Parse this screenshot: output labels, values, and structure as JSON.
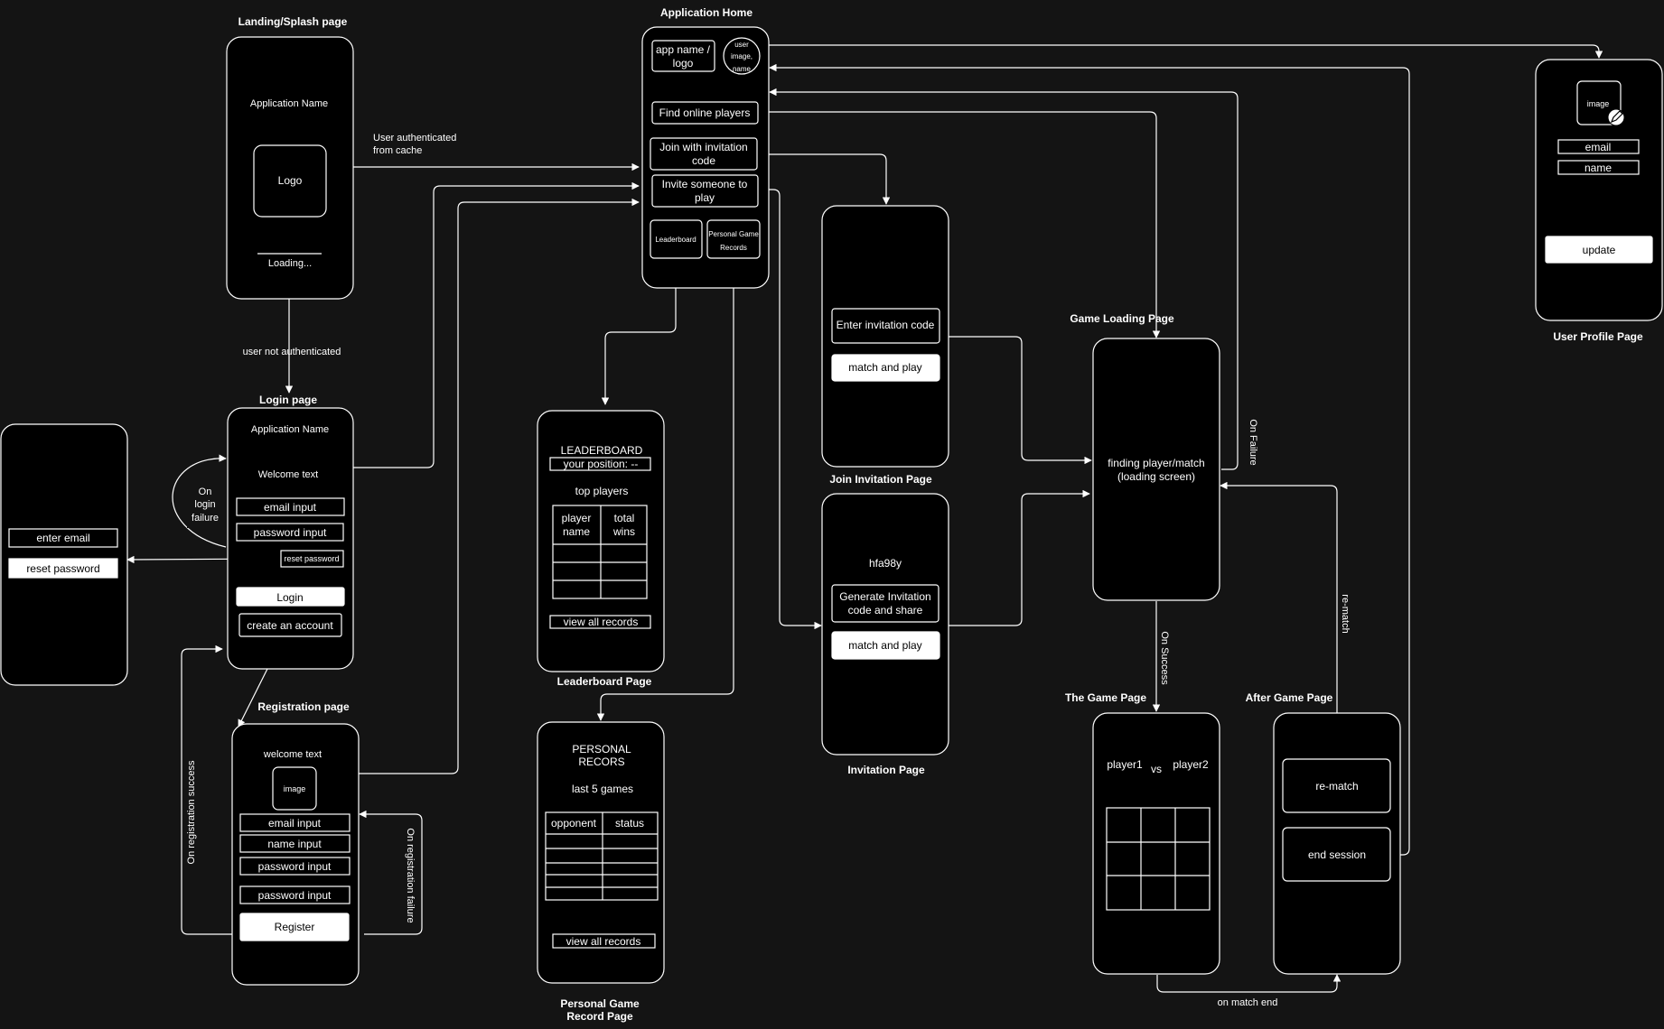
{
  "titles": {
    "landing": "Landing/Splash page",
    "app_home": "Application Home",
    "login": "Login page",
    "registration": "Registration page",
    "leaderboard": "Leaderboard Page",
    "personal_1": "Personal Game",
    "personal_2": "Record Page",
    "join_invite": "Join Invitation Page",
    "invitation": "Invitation Page",
    "game_loading": "Game Loading Page",
    "game": "The Game Page",
    "after_game": "After Game Page",
    "user_profile": "User Profile Page"
  },
  "landing": {
    "app_name": "Application Name",
    "logo": "Logo",
    "loading": "Loading..."
  },
  "home": {
    "app_logo_1": "app name /",
    "app_logo_2": "logo",
    "user_1": "user",
    "user_2": "image,",
    "user_3": "name",
    "find": "Find online players",
    "join_1": "Join with invitation",
    "join_2": "code",
    "invite_1": "Invite someone to",
    "invite_2": "play",
    "leaderboard": "Leaderboard",
    "records_1": "Personal Game",
    "records_2": "Records"
  },
  "login": {
    "app_name": "Application Name",
    "welcome": "Welcome text",
    "email": "email input",
    "password": "password input",
    "reset": "reset password",
    "login": "Login",
    "create": "create an account"
  },
  "reset_page": {
    "email": "enter email",
    "reset": "reset password"
  },
  "registration": {
    "welcome": "welcome text",
    "image": "image",
    "email": "email input",
    "name": "name input",
    "password": "password input",
    "password2": "password input",
    "register": "Register"
  },
  "leaderboard": {
    "title": "LEADERBOARD",
    "position": "your position: --",
    "top": "top players",
    "col1_1": "player",
    "col1_2": "name",
    "col2_1": "total",
    "col2_2": "wins",
    "view_all": "view all records"
  },
  "personal": {
    "title_1": "PERSONAL",
    "title_2": "RECORS",
    "subtitle": "last 5 games",
    "col1": "opponent",
    "col2": "status",
    "view_all": "view all records"
  },
  "join": {
    "enter_code": "Enter invitation code",
    "match": "match and play"
  },
  "invitation": {
    "code": "hfa98y",
    "generate_1": "Generate Invitation",
    "generate_2": "code and share",
    "match": "match and play"
  },
  "loading": {
    "line1": "finding player/match",
    "line2": "(loading screen)"
  },
  "game": {
    "player1": "player1",
    "vs": "vs",
    "player2": "player2"
  },
  "after": {
    "rematch": "re-match",
    "end": "end session"
  },
  "profile": {
    "image": "image",
    "email": "email",
    "name": "name",
    "update": "update",
    "edit_icon": "pencil-icon"
  },
  "edges": {
    "auth_cache_1": "User authenticated",
    "auth_cache_2": "from cache",
    "not_auth": "user not authenticated",
    "login_fail_1": "On",
    "login_fail_2": "login",
    "login_fail_3": "failure",
    "reg_success": "On registration success",
    "reg_failure": "On registration failure",
    "on_failure": "On Failure",
    "on_success": "On Success",
    "rematch": "re-match",
    "match_end": "on match end"
  }
}
